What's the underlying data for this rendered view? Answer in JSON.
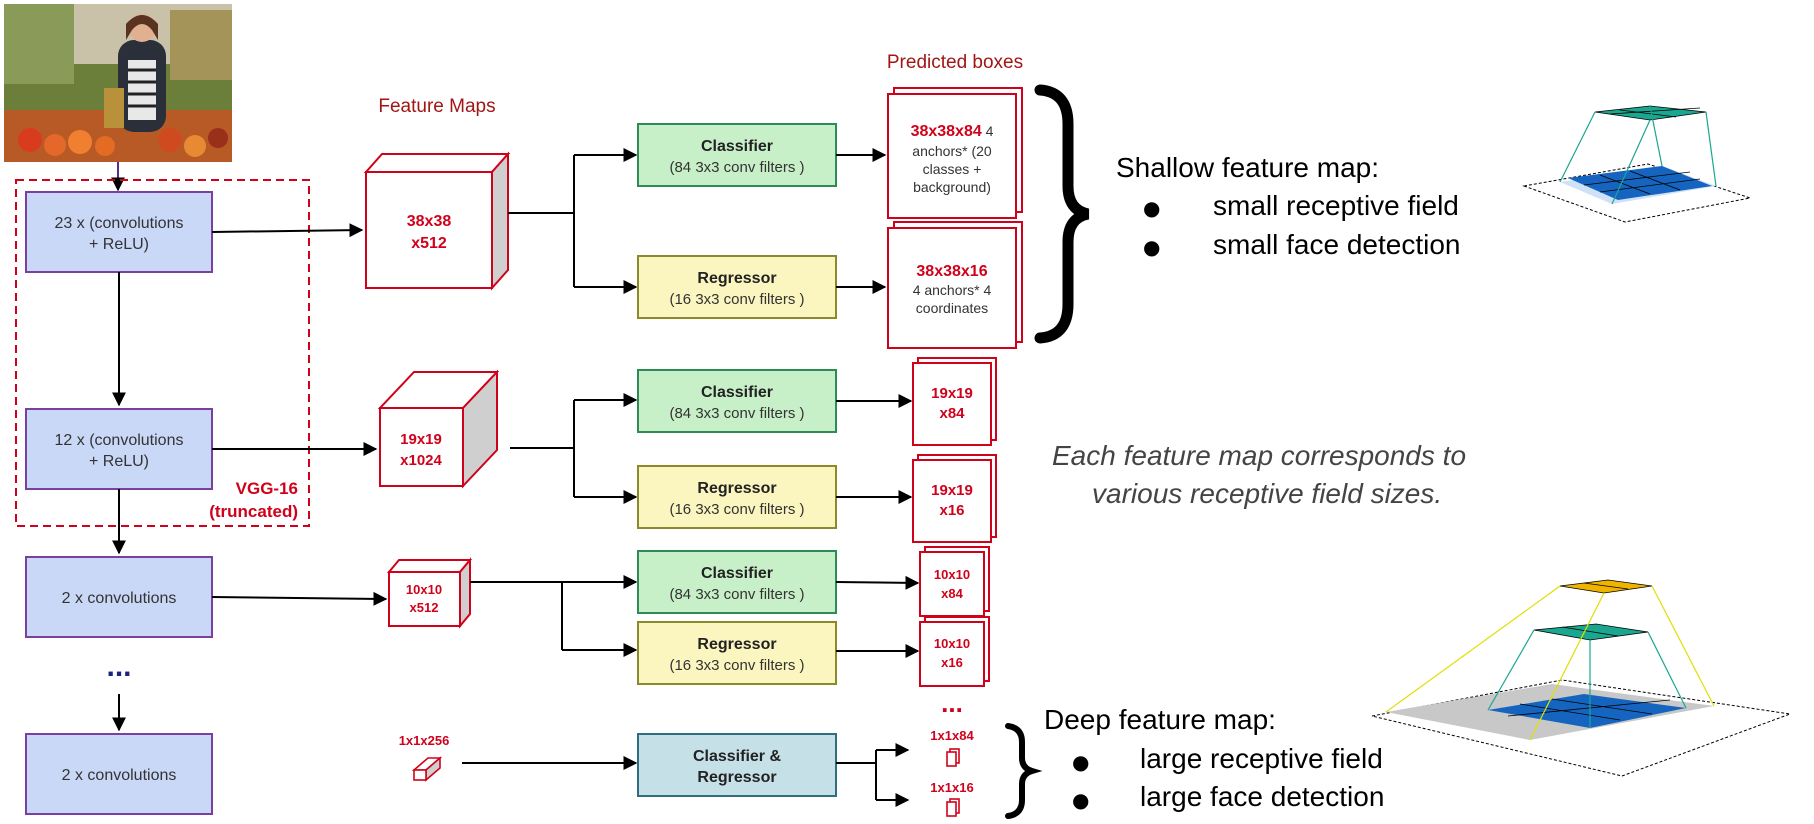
{
  "image_description_label": "",
  "labels": {
    "feature_maps_title": "Feature Maps",
    "predicted_boxes_title": "Predicted boxes",
    "vgg_line1": "VGG-16",
    "vgg_line2": "(truncated)",
    "dots": "..."
  },
  "backbone": [
    {
      "line1": "23 x (convolutions",
      "line2": "+ ReLU)"
    },
    {
      "line1": "12 x (convolutions",
      "line2": "+ ReLU)"
    },
    {
      "line1": "2 x convolutions",
      "line2": ""
    },
    {
      "line1": "2 x convolutions",
      "line2": ""
    }
  ],
  "feature_maps": [
    {
      "line1": "38x38",
      "line2": "x512"
    },
    {
      "line1": "19x19",
      "line2": "x1024"
    },
    {
      "line1": "10x10",
      "line2": "x512"
    },
    {
      "line1": "1x1x256",
      "line2": ""
    }
  ],
  "heads": {
    "classifier_title": "Classifier",
    "classifier_sub": "(84 3x3 conv filters )",
    "regressor_title": "Regressor",
    "regressor_sub": "(16 3x3 conv filters )",
    "combined_line1": "Classifier &",
    "combined_line2": "Regressor"
  },
  "outputs": {
    "o38_cls_bold": "38x38x84",
    "o38_cls_rest": [
      " 4",
      "anchors* (20",
      "classes +",
      "background)"
    ],
    "o38_reg_bold": "38x38x16",
    "o38_reg_rest": [
      "4 anchors* 4",
      "coordinates"
    ],
    "o19_cls": [
      "19x19",
      "x84"
    ],
    "o19_reg": [
      "19x19",
      "x16"
    ],
    "o10_cls": [
      "10x10",
      "x84"
    ],
    "o10_reg": [
      "10x10",
      "x16"
    ],
    "o1_cls": "1x1x84",
    "o1_reg": "1x1x16"
  },
  "shallow": {
    "title": "Shallow feature map:",
    "bullets": [
      "small receptive field",
      "small face detection"
    ]
  },
  "middle_note": {
    "line1": "Each feature map corresponds to",
    "line2": "various receptive field sizes."
  },
  "deep": {
    "title": "Deep feature map:",
    "bullets": [
      "large receptive field",
      "large face detection"
    ]
  },
  "colors": {
    "backbone_fill": "#c9d8f7",
    "backbone_stroke": "#7b3fa0",
    "feature_red": "#d0021b",
    "classifier_fill": "#c8f0c8",
    "classifier_stroke": "#2e8b57",
    "regressor_fill": "#fbf5c0",
    "regressor_stroke": "#8a8a2a",
    "combined_fill": "#c6e0e8",
    "combined_stroke": "#2e6e80",
    "grid_blue": "#1565c0",
    "grid_teal": "#1aa68f",
    "grid_orange": "#f0b400",
    "title_red": "#a31515"
  }
}
